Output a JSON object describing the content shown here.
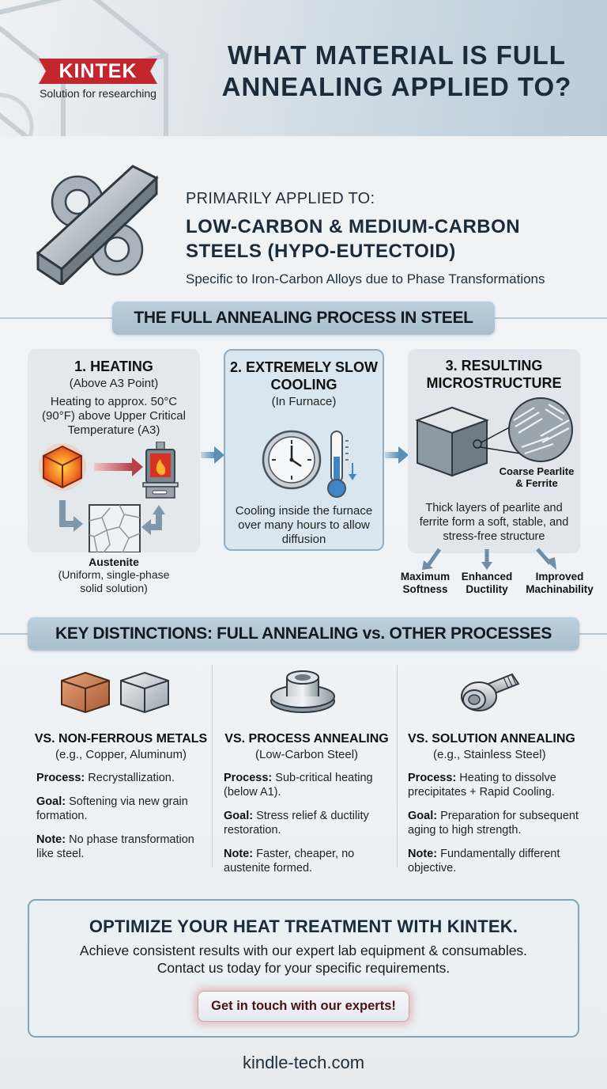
{
  "header": {
    "logo_text": "KINTEK",
    "logo_tagline": "Solution for researching",
    "title_line1": "WHAT MATERIAL IS FULL",
    "title_line2": "ANNEALING APPLIED TO?"
  },
  "intro": {
    "kicker": "PRIMARILY APPLIED TO:",
    "title_line1": "LOW-CARBON & MEDIUM-CARBON",
    "title_line2": "STEELS (HYPO-EUTECTOID)",
    "subtitle": "Specific to Iron-Carbon Alloys due to Phase Transformations",
    "icon": "steel-bar-gear-icon"
  },
  "process": {
    "section_title": "THE FULL ANNEALING PROCESS IN STEEL",
    "steps": [
      {
        "title": "1. HEATING",
        "paren": "(Above A3 Point)",
        "body_lines": [
          "Heating to approx. 50°C",
          "(90°F) above Upper Critical",
          "Temperature (A3)"
        ],
        "icons": [
          "hot-cube-icon",
          "furnace-icon",
          "austenite-grain-icon"
        ],
        "caption_title": "Austenite",
        "caption_lines": [
          "(Uniform, single-phase",
          "solid solution)"
        ]
      },
      {
        "title_line1": "2. EXTREMELY SLOW",
        "title_line2": "COOLING",
        "paren": "(In Furnace)",
        "body_lines": [
          "Cooling inside the furnace",
          "over many hours to allow",
          "diffusion"
        ],
        "icons": [
          "clock-icon",
          "thermometer-down-icon"
        ]
      },
      {
        "title_line1": "3. RESULTING",
        "title_line2": "MICROSTRUCTURE",
        "icons": [
          "steel-cube-icon",
          "magnified-pearlite-icon"
        ],
        "magnify_label_line1": "Coarse Pearlite",
        "magnify_label_line2": "& Ferrite",
        "body_lines": [
          "Thick layers of pearlite and",
          "ferrite form a soft, stable, and",
          "stress-free structure"
        ],
        "outcomes": [
          {
            "line1": "Maximum",
            "line2": "Softness"
          },
          {
            "line1": "Enhanced",
            "line2": "Ductility"
          },
          {
            "line1": "Improved",
            "line2": "Machinability"
          }
        ]
      }
    ]
  },
  "distinctions": {
    "section_title": "KEY DISTINCTIONS: FULL ANNEALING vs. OTHER PROCESSES",
    "columns": [
      {
        "title": "VS. NON-FERROUS METALS",
        "paren": "(e.g., Copper, Aluminum)",
        "icon": "copper-aluminum-cubes-icon",
        "items": [
          {
            "label": "Process:",
            "text": "Recrystallization."
          },
          {
            "label": "Goal:",
            "text": "Softening via new grain formation."
          },
          {
            "label": "Note:",
            "text": "No phase transformation like steel."
          }
        ]
      },
      {
        "title": "VS. PROCESS ANNEALING",
        "paren": "(Low-Carbon Steel)",
        "icon": "steel-bushing-icon",
        "items": [
          {
            "label": "Process:",
            "text": "Sub-critical heating (below A1)."
          },
          {
            "label": "Goal:",
            "text": "Stress relief & ductility restoration."
          },
          {
            "label": "Note:",
            "text": "Faster, cheaper, no austenite formed."
          }
        ]
      },
      {
        "title": "VS. SOLUTION ANNEALING",
        "paren": "(e.g., Stainless Steel)",
        "icon": "stainless-bolt-icon",
        "items": [
          {
            "label": "Process:",
            "text": "Heating to dissolve precipitates + Rapid Cooling."
          },
          {
            "label": "Goal:",
            "text": "Preparation for subsequent aging to high strength."
          },
          {
            "label": "Note:",
            "text": "Fundamentally different objective."
          }
        ]
      }
    ]
  },
  "cta": {
    "title": "OPTIMIZE YOUR HEAT TREATMENT WITH KINTEK.",
    "body_line1": "Achieve consistent results with our expert lab equipment & consumables.",
    "body_line2": "Contact us today for your specific requirements.",
    "button_label": "Get in touch with our experts!"
  },
  "footer": {
    "url": "kindle-tech.com"
  },
  "colors": {
    "brand_red": "#c4262e",
    "title_navy": "#1b2b39",
    "pill_blue": "#b0c4d3",
    "arrow_blue": "#5d8fb5",
    "heat_arrow_red": "#b5404a"
  }
}
